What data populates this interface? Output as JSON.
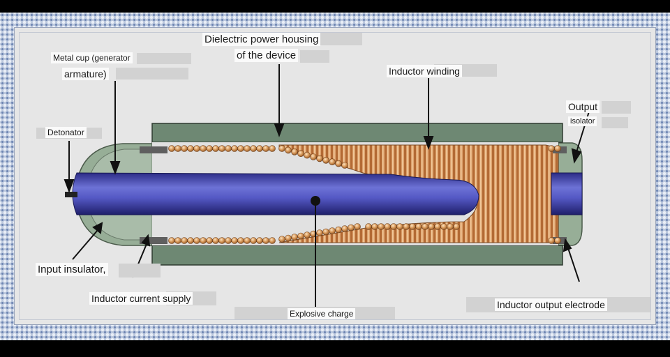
{
  "labels": {
    "housing_line1": "Dielectric power housing",
    "housing_line2": "of the device",
    "metal_cup_line1": "Metal cup (generator",
    "metal_cup_line2": "armature)",
    "inductor_winding": "Inductor winding",
    "detonator": "Detonator",
    "output_line1": "Output",
    "output_line2": "isolator",
    "input_insulator": "Input insulator,",
    "inductor_current_supply": "Inductor current supply",
    "explosive_charge": "Explosive charge",
    "inductor_output_electrode": "Inductor output electrode"
  },
  "colors": {
    "housing": "#6e8873",
    "armature": "#4e4ebe",
    "winding": "#c7834a",
    "insulator": "#97ae97"
  }
}
